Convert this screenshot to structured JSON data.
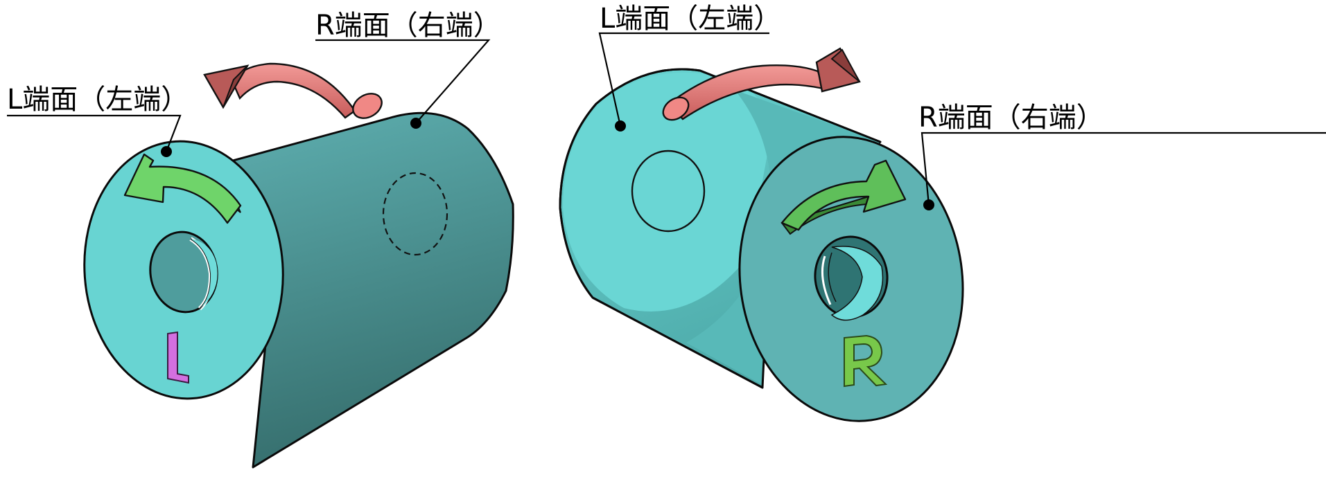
{
  "diagram": {
    "left_view": {
      "label_r_face": "R端面（右端）",
      "label_l_face": "L端面（左端）",
      "face_mark": "L"
    },
    "right_view": {
      "label_l_face": "L端面（左端）",
      "label_r_face": "R端面（右端）",
      "face_mark": "R"
    },
    "colors": {
      "body_teal": "#5aa8aa",
      "face_teal": "#68d4d2",
      "rotation_arrow_red": "#e07472",
      "face_arrow_green": "#6fd46a",
      "letter_l_pink": "#d36fe0",
      "letter_r_green": "#78c84a"
    }
  }
}
